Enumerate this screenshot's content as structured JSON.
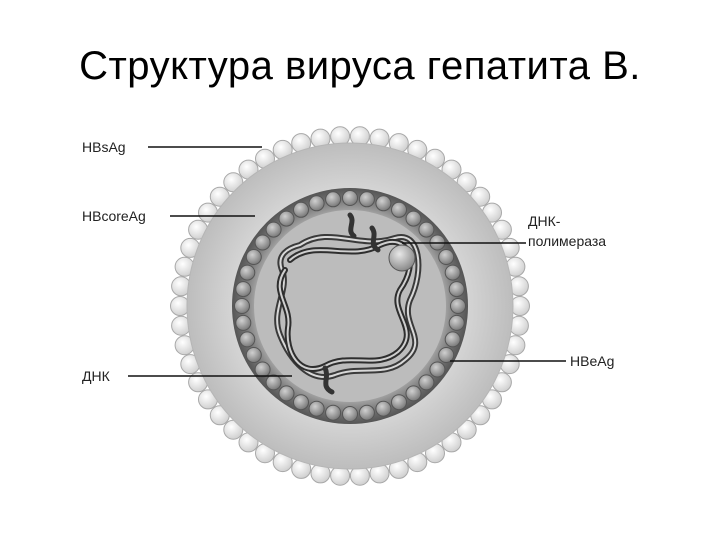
{
  "title": "Структура вируса гепатита B.",
  "labels": {
    "hbsag": "HBsAg",
    "hbcoreag": "HBcoreAg",
    "dna": "ДНК",
    "polymerase_line1": "ДНК-",
    "polymerase_line2": "полимераза",
    "hbeag": "HBeAg"
  },
  "colors": {
    "background": "#ffffff",
    "outer_beads": "#efefef",
    "envelope": "#cfcfcf",
    "core_layer": "#8f8f8f",
    "core_beads": "#a0a0a0",
    "interior": "#b9b9b9",
    "dna_strand": "#444444"
  }
}
